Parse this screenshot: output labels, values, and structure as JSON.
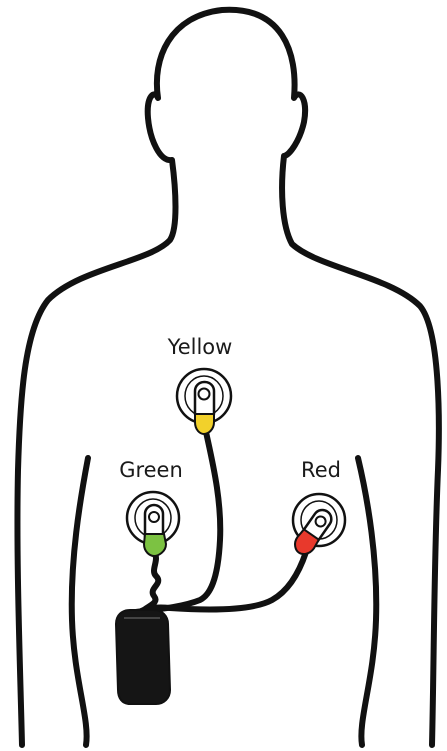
{
  "labels": {
    "yellow": "Yellow",
    "green": "Green",
    "red": "Red"
  },
  "colors": {
    "outline": "#111111",
    "yellow_clip": "#f2d12b",
    "green_clip": "#7cc242",
    "red_clip": "#e8392c",
    "monitor": "#151515",
    "background": "#ffffff"
  }
}
